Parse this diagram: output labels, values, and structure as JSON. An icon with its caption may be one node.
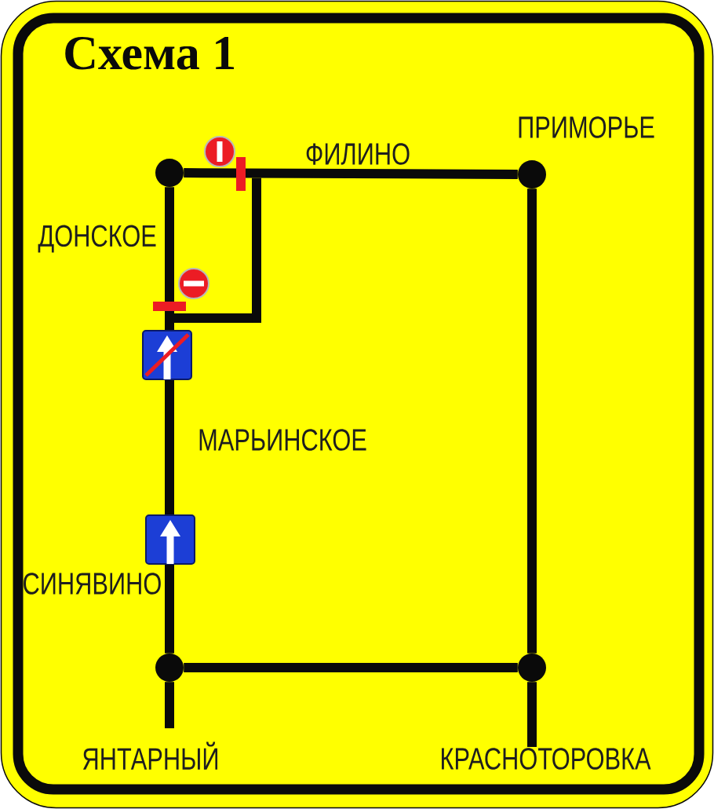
{
  "diagram": {
    "title": "Схема 1",
    "nodes": [
      {
        "text": [],
        "shape": "circle"
      },
      {
        "text": [],
        "shape": "circle",
        "beside": [
          "ПРИМОРЬЕ"
        ]
      },
      {
        "text": [],
        "shape": "circle"
      },
      {
        "text": [],
        "shape": "circle"
      },
      {
        "text": [
          "ЯНТАРНЫЙ"
        ]
      },
      {
        "text": [
          "КРАСНОТОРОВКА"
        ]
      }
    ],
    "edges": [
      {
        "from": 0,
        "to": 1,
        "arrow": "none"
      },
      {
        "from": 0,
        "to": 2,
        "arrow": "none"
      },
      {
        "from": 1,
        "to": 3,
        "arrow": "none"
      },
      {
        "from": 2,
        "to": 3,
        "arrow": "none"
      },
      {
        "from": 2,
        "to": 4,
        "arrow": "none"
      },
      {
        "from": 3,
        "to": 5,
        "arrow": "none"
      }
    ],
    "labels": [
      "ФИЛИНО",
      "ДОНСКОЕ",
      "МАРЬИНСКОЕ",
      "СИНЯВИНО"
    ]
  }
}
